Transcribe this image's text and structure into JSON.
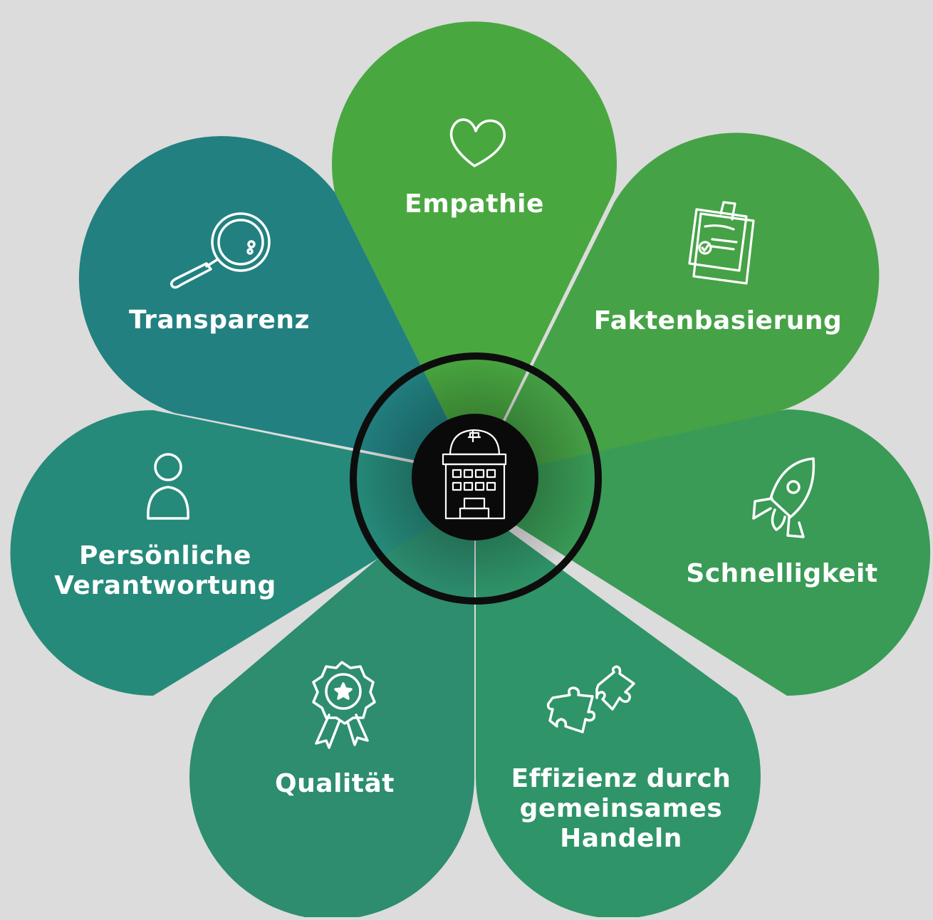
{
  "colors": {
    "background": "#dcdcdc",
    "center_ring": "#0d0d0d",
    "center_disc": "#0a0a0a",
    "icon_stroke": "#ffffff"
  },
  "center": {
    "icon": "hospital-building-icon"
  },
  "petals": [
    {
      "id": "empathie",
      "label": "Empathie",
      "icon": "heart-icon",
      "color": "#49a740"
    },
    {
      "id": "faktenbasierung",
      "label": "Faktenbasierung",
      "icon": "clipboard-document-icon",
      "color": "#46a246"
    },
    {
      "id": "schnelligkeit",
      "label": "Schnelligkeit",
      "icon": "rocket-icon",
      "color": "#399b56"
    },
    {
      "id": "effizienz",
      "label": "Effizienz durch gemeinsames Handeln",
      "label_lines": [
        "Effizienz durch",
        "gemeinsames",
        "Handeln"
      ],
      "icon": "puzzle-pieces-icon",
      "color": "#2f9468"
    },
    {
      "id": "qualitaet",
      "label": "Qualität",
      "icon": "award-rosette-icon",
      "color": "#2d8d6e"
    },
    {
      "id": "verantwortung",
      "label": "Persönliche Verantwortung",
      "label_lines": [
        "Persönliche",
        "Verantwortung"
      ],
      "icon": "person-icon",
      "color": "#268a7a"
    },
    {
      "id": "transparenz",
      "label": "Transparenz",
      "icon": "magnifying-glass-icon",
      "color": "#228080"
    }
  ]
}
